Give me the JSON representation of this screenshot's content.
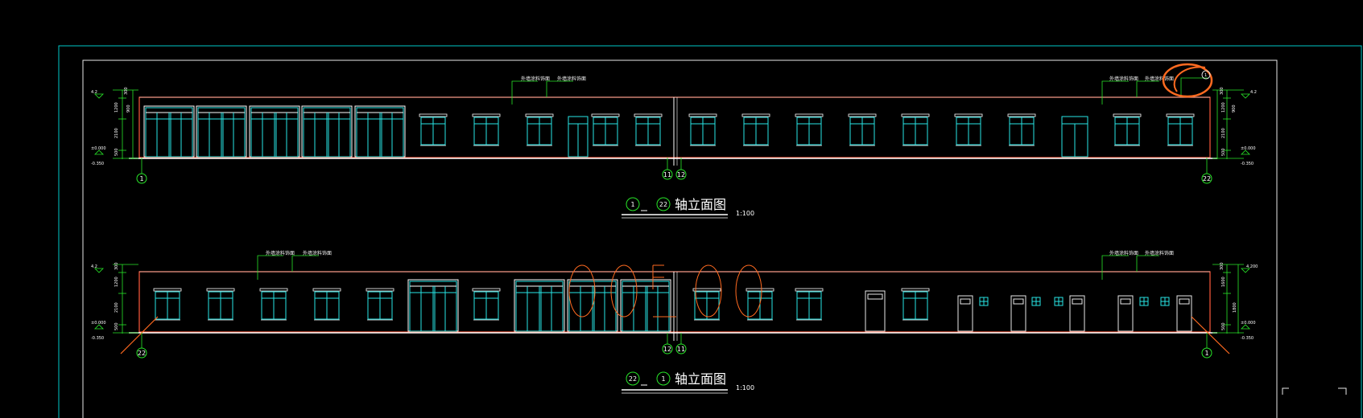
{
  "colors": {
    "background": "#000000",
    "sheet_border": "#00c8c8",
    "frame": "#e8e8e8",
    "wall_outline": "#ff5a3c",
    "window": "#28e6e6",
    "dimension": "#28e628",
    "axis_circle": "#28e628",
    "annotation": "#ff6a20"
  },
  "elevation_top": {
    "title": "轴立面图",
    "axis_start": "1",
    "axis_end": "22",
    "axis_mid_a": "11",
    "axis_mid_b": "12",
    "scale": "1:100",
    "left_levels": [
      "4.2",
      "±0.000",
      "-0.350"
    ],
    "right_levels": [
      "4.2",
      "±0.000",
      "-0.350"
    ],
    "left_dims": [
      "300",
      "1200",
      "2100",
      "500",
      "900"
    ],
    "right_dims": [
      "300",
      "1200",
      "2100",
      "500",
      "900"
    ],
    "right_markup_label": "1",
    "leaders": [
      "外墙涂料饰面",
      "外墙涂料饰面",
      "外墙涂料饰面",
      "外墙涂料饰面"
    ]
  },
  "elevation_bottom": {
    "title": "轴立面图",
    "axis_start": "22",
    "axis_end": "1",
    "axis_mid_a": "12",
    "axis_mid_b": "11",
    "scale": "1:100",
    "left_levels": [
      "4.2",
      "±0.000",
      "-0.350"
    ],
    "right_levels": [
      "4.200",
      "±0.000",
      "-0.350"
    ],
    "left_dims": [
      "300",
      "1200",
      "2100",
      "500"
    ],
    "right_dims": [
      "300",
      "1600",
      "1800",
      "500"
    ],
    "leaders": [
      "外墙涂料饰面",
      "外墙涂料饰面",
      "外墙涂料饰面",
      "外墙涂料饰面"
    ]
  }
}
